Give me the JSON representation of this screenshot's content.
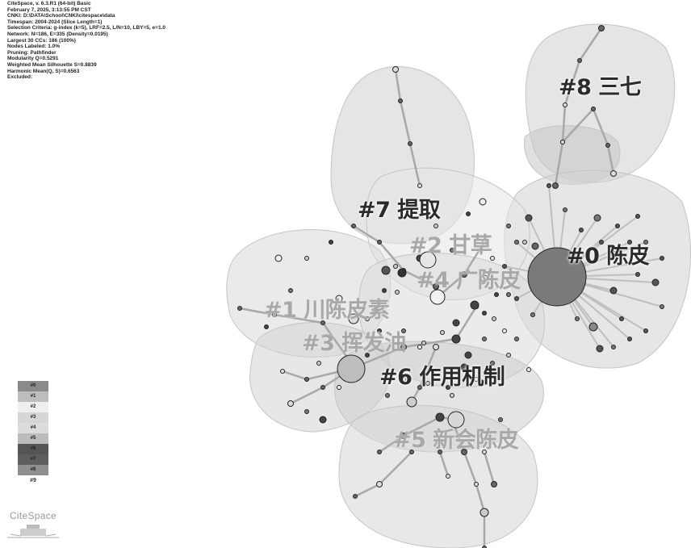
{
  "info": [
    "CiteSpace, v. 6.3.R1 (64-bit) Basic",
    "February 7, 2025, 3:13:55 PM CST",
    "CNKI: D:\\DATA\\School\\CNKI\\citespace\\data",
    "Timespan: 2004-2024 (Slice Length=1)",
    "Selection Criteria: g-index (k=5), LRF=2.5, L/N=10, LBY=5, e=1.0",
    "Network: N=186, E=335 (Density=0.0195)",
    "Largest 30 CCs: 186 (100%)",
    "Nodes Labeled: 1.0%",
    "Pruning: Pathfinder",
    "Modularity Q=0.5291",
    "Weighted Mean Silhouette S=0.8839",
    "Harmonic Mean(Q, S)=0.6563",
    "Excluded:"
  ],
  "clusters": [
    {
      "id": "#0",
      "label": "#0 陈皮",
      "tone": "dark"
    },
    {
      "id": "#1",
      "label": "#1 川陈皮素",
      "tone": "light"
    },
    {
      "id": "#2",
      "label": "#2 甘草",
      "tone": "light"
    },
    {
      "id": "#3",
      "label": "#3 挥发油",
      "tone": "light"
    },
    {
      "id": "#4",
      "label": "#4 广陈皮",
      "tone": "light"
    },
    {
      "id": "#5",
      "label": "#5 新会陈皮",
      "tone": "light"
    },
    {
      "id": "#6",
      "label": "#6 作用机制",
      "tone": "dark"
    },
    {
      "id": "#7",
      "label": "#7 提取",
      "tone": "dark"
    },
    {
      "id": "#8",
      "label": "#8 三七",
      "tone": "dark"
    }
  ],
  "legend": [
    {
      "label": "#0",
      "color": "#8a8a8a"
    },
    {
      "label": "#1",
      "color": "#bdbdbd"
    },
    {
      "label": "#2",
      "color": "#eeeeee"
    },
    {
      "label": "#3",
      "color": "#d6d6d6"
    },
    {
      "label": "#4",
      "color": "#dcdcdc"
    },
    {
      "label": "#5",
      "color": "#bcbcbc"
    },
    {
      "label": "#6",
      "color": "#555555"
    },
    {
      "label": "#7",
      "color": "#5e5e5e"
    },
    {
      "label": "#8",
      "color": "#8f8f8f"
    }
  ],
  "legend_extra": "#9",
  "logo": "CiteSpace"
}
